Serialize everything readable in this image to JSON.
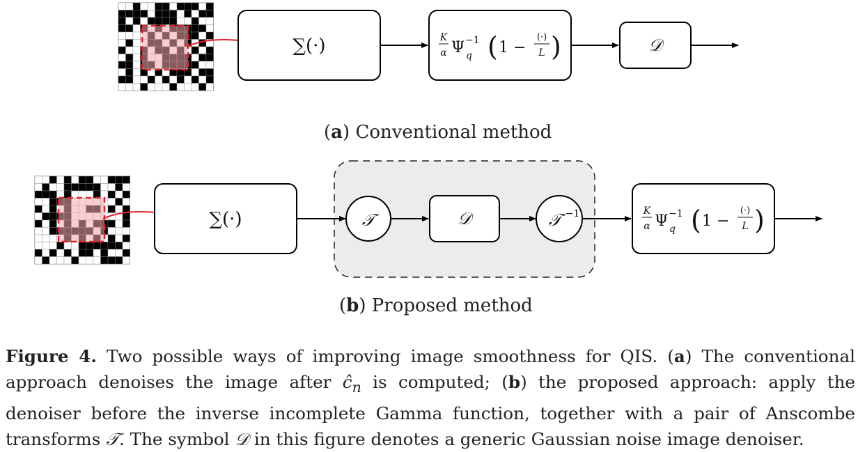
{
  "diagram_a": {
    "sum_label": "∑(·)",
    "denoiser_label": "𝒟",
    "inverse_label": {
      "frac_num": "K",
      "frac_den": "α",
      "psi": "Ψ",
      "sup": "−1",
      "sub": "q",
      "one_minus": "1 −",
      "inner_num": "(·)",
      "inner_den": "L"
    },
    "subcaption_tag": "a",
    "subcaption_text": "Conventional method"
  },
  "diagram_b": {
    "sum_label": "∑(·)",
    "transform_label": "𝒯",
    "denoiser_label": "𝒟",
    "inverse_transform_label": "𝒯",
    "inverse_transform_sup": "−1",
    "inverse_label": {
      "frac_num": "K",
      "frac_den": "α",
      "psi": "Ψ",
      "sup": "−1",
      "sub": "q",
      "one_minus": "1 −",
      "inner_num": "(·)",
      "inner_den": "L"
    },
    "subcaption_tag": "b",
    "subcaption_text": "Proposed method"
  },
  "caption": {
    "label": "Figure 4.",
    "part1": " Two possible ways of improving image smoothness for QIS. (",
    "tag_a": "a",
    "part2": ") The conventional approach denoises the image after ",
    "c_hat": "ĉ",
    "c_sub": "n",
    "part3": " is computed; (",
    "tag_b": "b",
    "part4": ") the proposed approach: apply the denoiser before the inverse incomplete Gamma function, together with a pair of Anscombe transforms ",
    "T_sym": "𝒯",
    "part5": ". The symbol ",
    "D_sym": "𝒟",
    "part6": " in this figure denotes a generic Gaussian noise image denoiser."
  },
  "colors": {
    "highlight_red": "#e8202a",
    "shade_gray": "#ececec",
    "pixel_dark": "#000000"
  }
}
